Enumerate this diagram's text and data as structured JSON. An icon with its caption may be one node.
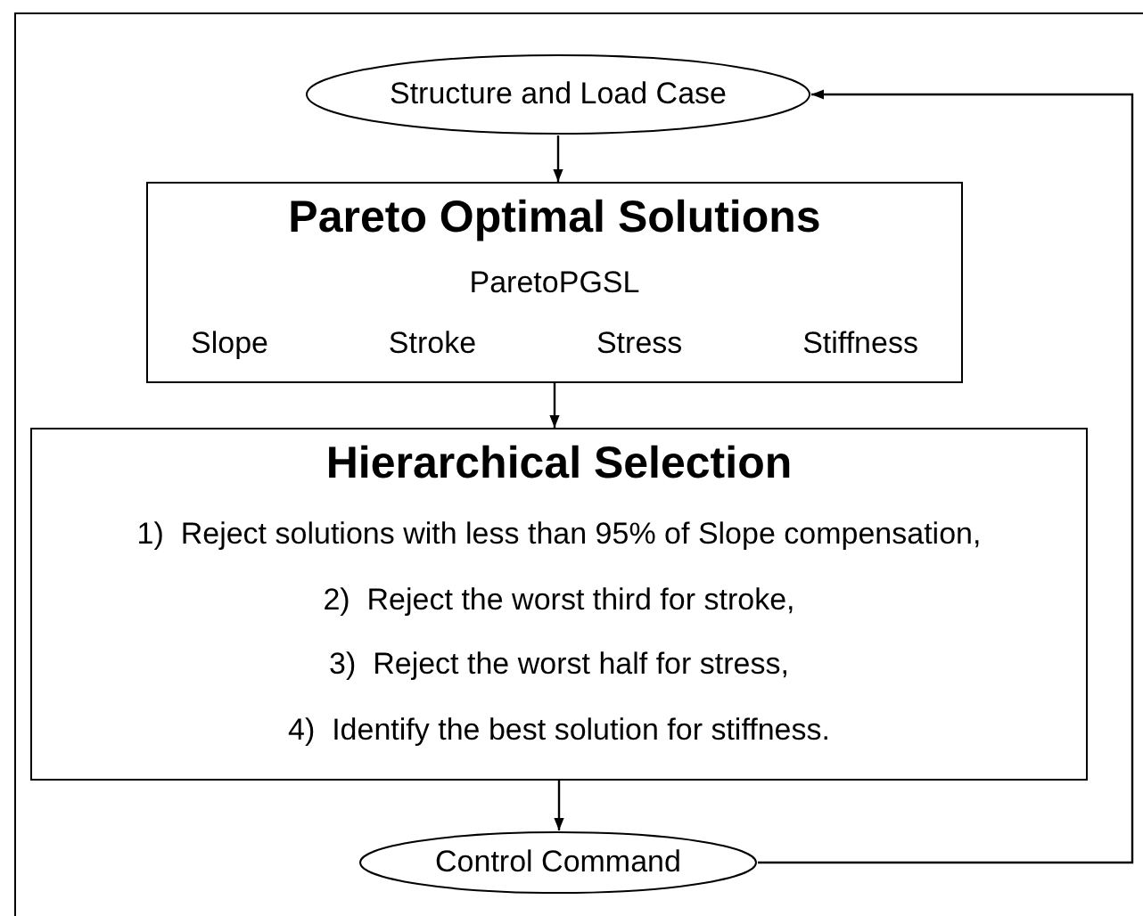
{
  "diagram": {
    "nodes": [
      {
        "text": [
          "Structure and Load Case"
        ]
      },
      {
        "text": [
          "Pareto Optimal Solutions",
          "ParetoPGSL",
          "Slope",
          "Stroke",
          "Stress",
          "Stiffness"
        ]
      },
      {
        "text": [
          "Hierarchical Selection",
          "1)  Reject solutions with less than 95% of Slope compensation,",
          "2)  Reject the worst third for stroke,",
          "3)  Reject the worst half for stress,",
          "4)  Identify the best solution for stiffness."
        ]
      },
      {
        "text": [
          "Control Command"
        ]
      }
    ],
    "edges": [
      {
        "from": 0,
        "to": 1,
        "arrow": "to"
      },
      {
        "from": 1,
        "to": 2,
        "arrow": "to"
      },
      {
        "from": 2,
        "to": 3,
        "arrow": "to"
      },
      {
        "from": 3,
        "to": 0,
        "arrow": "to"
      }
    ]
  }
}
